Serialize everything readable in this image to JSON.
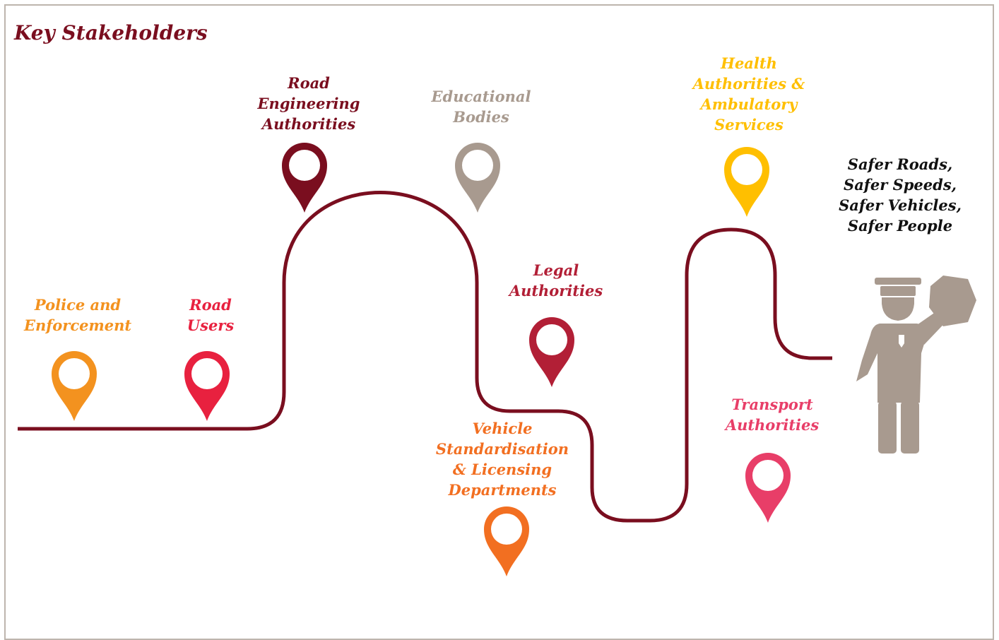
{
  "title": "Key Stakeholders",
  "colors": {
    "road": "#7a0e1f",
    "frame": "#bdb5ad",
    "figure": "#a89a8f"
  },
  "stakeholders": [
    {
      "lines": [
        "Police and",
        "Enforcement"
      ],
      "color": "#f3921f"
    },
    {
      "lines": [
        "Road",
        "Users"
      ],
      "color": "#e8213f"
    },
    {
      "lines": [
        "Road",
        "Engineering",
        "Authorities"
      ],
      "color": "#7a0e1f"
    },
    {
      "lines": [
        "Educational",
        "Bodies"
      ],
      "color": "#a89a8f"
    },
    {
      "lines": [
        "Legal",
        "Authorities"
      ],
      "color": "#b21f36"
    },
    {
      "lines": [
        "Vehicle",
        "Standardisation",
        "& Licensing",
        "Departments"
      ],
      "color": "#f26f21"
    },
    {
      "lines": [
        "Health",
        "Authorities &",
        "Ambulatory",
        "Services"
      ],
      "color": "#ffbf00"
    },
    {
      "lines": [
        "Transport",
        "Authorities"
      ],
      "color": "#e83e68"
    }
  ],
  "goal": {
    "lines": [
      "Safer Roads,",
      "Safer Speeds,",
      "Safer Vehicles,",
      "Safer People"
    ]
  },
  "icons": {
    "marker": "map-pin-icon",
    "figure": "traffic-police-icon"
  }
}
